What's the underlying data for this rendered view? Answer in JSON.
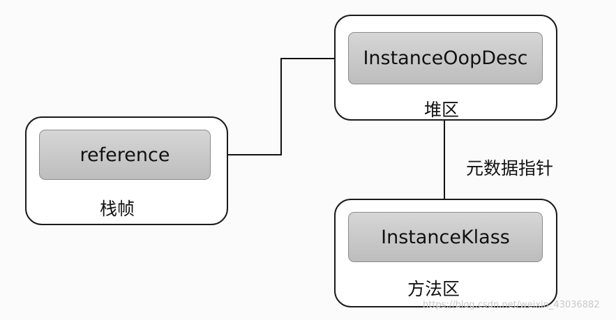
{
  "diagram": {
    "stack_frame": {
      "box_label": "reference",
      "caption": "栈帧"
    },
    "heap": {
      "box_label": "InstanceOopDesc",
      "caption": "堆区"
    },
    "method_area": {
      "box_label": "InstanceKlass",
      "caption": "方法区"
    },
    "edges": [
      {
        "from": "reference",
        "to": "InstanceOopDesc",
        "label": ""
      },
      {
        "from": "InstanceOopDesc",
        "to": "InstanceKlass",
        "label": "元数据指针"
      }
    ],
    "colors": {
      "container_border": "#1a1a1a",
      "box_fill": "#c8c8c8",
      "arrow": "#111111"
    },
    "watermark": "https://blog.csdn.net/weixin_43036882"
  }
}
